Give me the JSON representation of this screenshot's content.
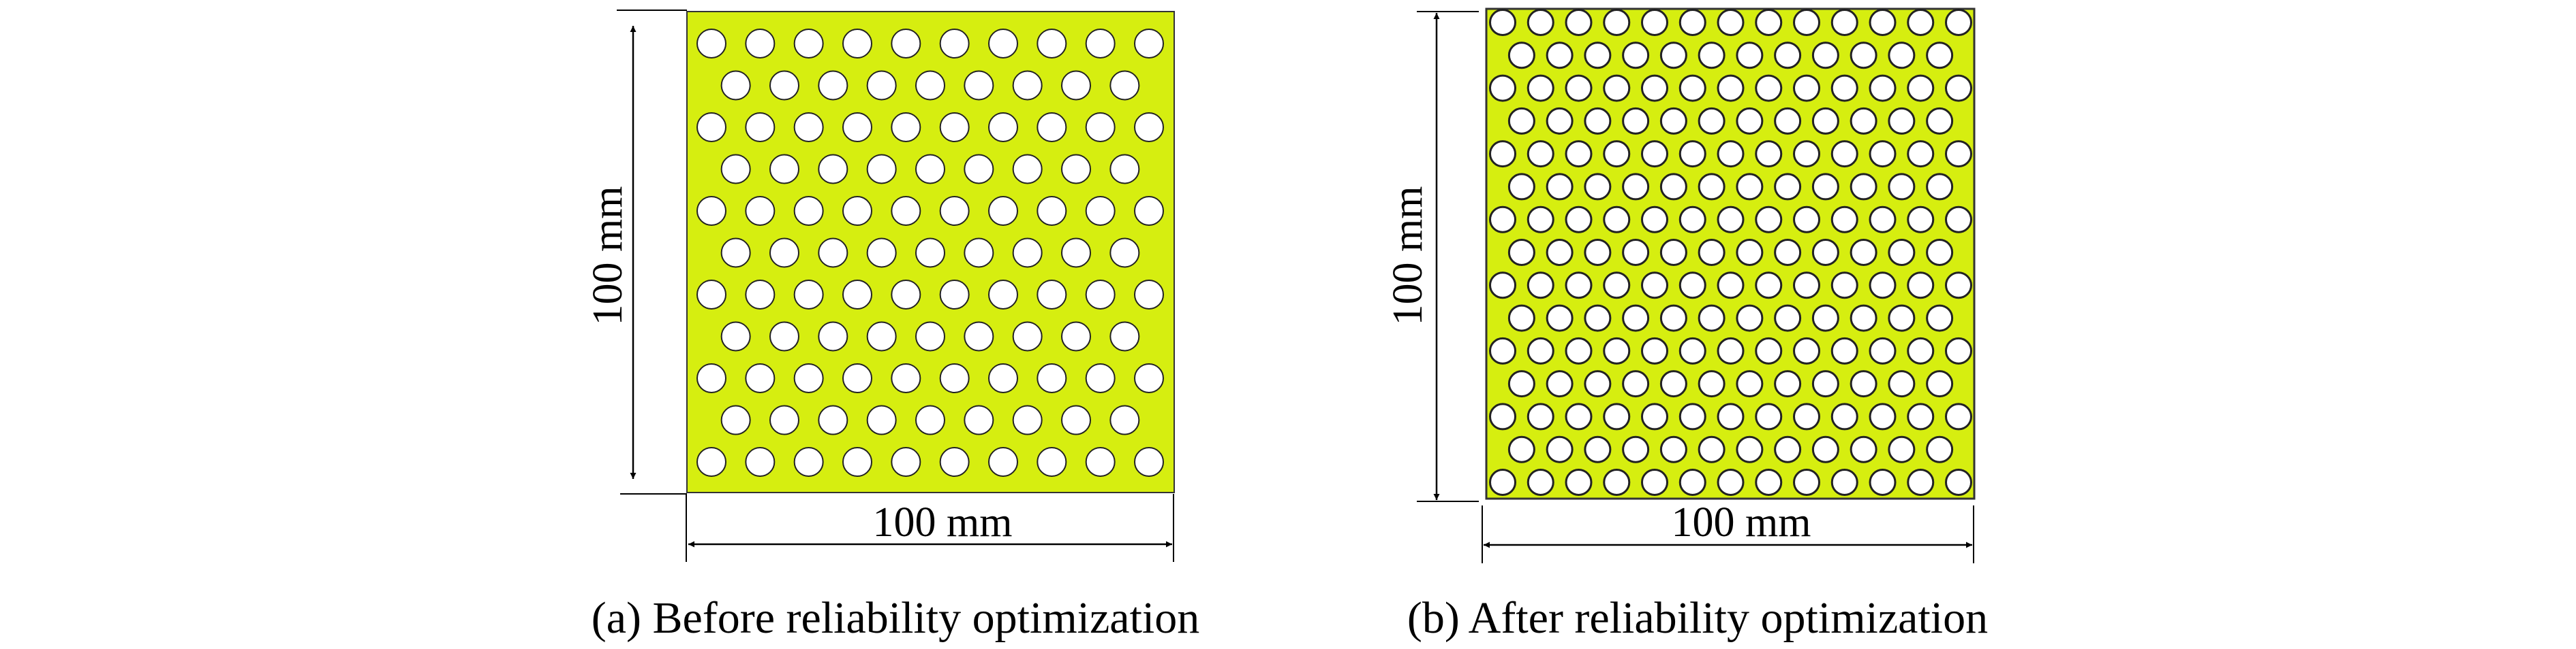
{
  "colors": {
    "plate": "#d6ee10",
    "hole": "#ffffff",
    "stroke": "#222222"
  },
  "panels": [
    {
      "caption": "(a) Before reliability optimization",
      "width_label": "100 mm",
      "height_label": "100 mm",
      "hole_rows": 11,
      "holes_in_long_row": 10,
      "holes_in_short_row": 9
    },
    {
      "caption": "(b) After reliability optimization",
      "width_label": "100 mm",
      "height_label": "100 mm",
      "hole_rows": 15,
      "holes_in_long_row": 13,
      "holes_in_short_row": 12
    }
  ]
}
